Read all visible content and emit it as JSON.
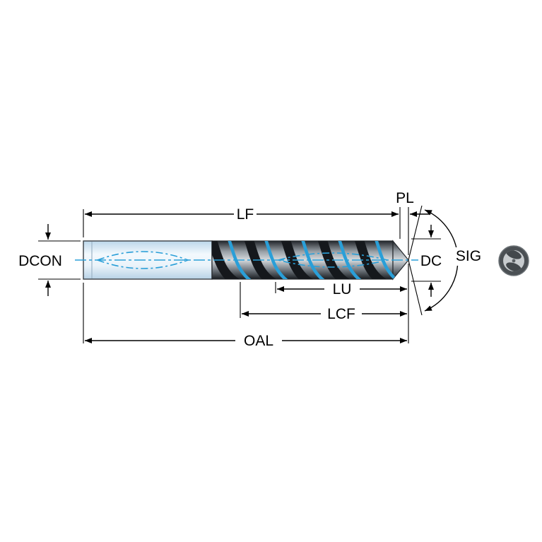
{
  "diagram": {
    "type": "technical-drawing",
    "subject": "drill-dimension-diagram",
    "labels": {
      "lf": "LF",
      "pl": "PL",
      "dcon": "DCON",
      "dc": "DC",
      "sig": "SIG",
      "lu": "LU",
      "lcf": "LCF",
      "oal": "OAL"
    },
    "colors": {
      "accent_blue": "#2a9fd8",
      "shank_fill_light": "#eef6fb",
      "shank_fill_edge": "#c6ddee",
      "body_dark": "#1d2125",
      "body_light": "#d6dadd",
      "dimension_line": "#000000",
      "background": "#ffffff"
    },
    "icons": {
      "end_view": "drill-end-view-icon"
    }
  }
}
